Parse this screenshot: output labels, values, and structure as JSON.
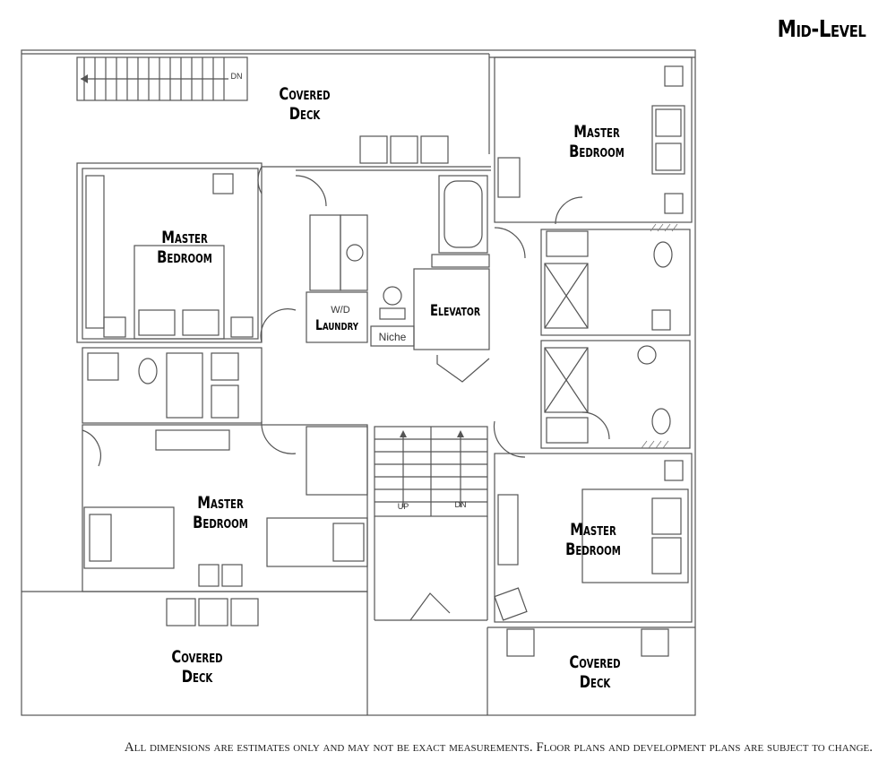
{
  "title": "Mid-Level",
  "rooms": {
    "covered_deck_top": [
      "Covered",
      "Deck"
    ],
    "covered_deck_bottom_left": [
      "Covered",
      "Deck"
    ],
    "covered_deck_bottom_right": [
      "Covered",
      "Deck"
    ],
    "master_bedroom_top_left": [
      "Master",
      "Bedroom"
    ],
    "master_bedroom_top_right": [
      "Master",
      "Bedroom"
    ],
    "master_bedroom_bottom_left": [
      "Master",
      "Bedroom"
    ],
    "master_bedroom_bottom_right": [
      "Master",
      "Bedroom"
    ],
    "laundry": [
      "W/D",
      "Laundry"
    ],
    "elevator": "Elevator",
    "niche": "Niche"
  },
  "stairs": {
    "top_label": "DN",
    "up_label": "UP",
    "down_label": "DN"
  },
  "disclaimer": "All dimensions are estimates only and may not be exact measurements. Floor plans and development plans are subject to change."
}
